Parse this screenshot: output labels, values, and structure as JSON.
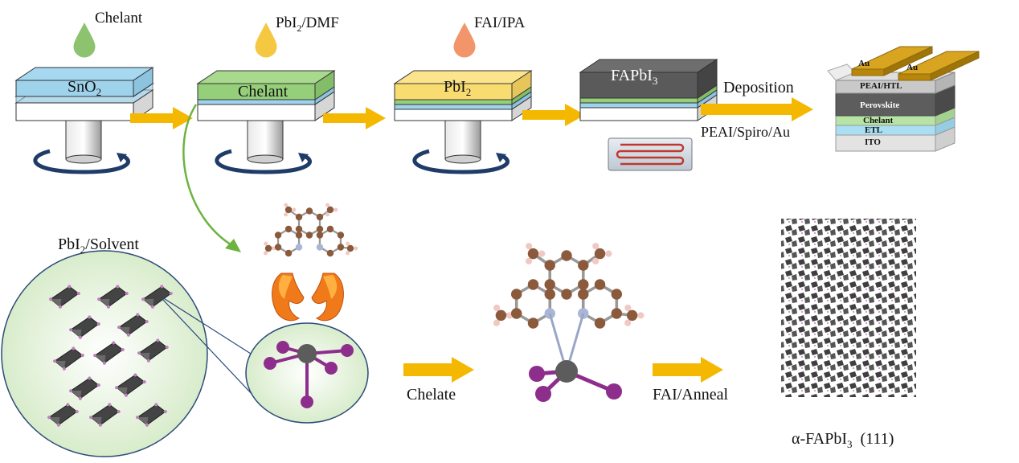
{
  "top_row": {
    "steps": [
      {
        "drop_label": "Chelant",
        "drop_color": "#8dc26f",
        "layer_label": "SnO",
        "layer_sub": "2",
        "top_color": "#9fd3ec"
      },
      {
        "drop_label": "PbI",
        "drop_label_sub": "2",
        "drop_label_after": "/DMF",
        "drop_color": "#f5c842",
        "layer_label": "Chelant",
        "top_color": "#96cf7a"
      },
      {
        "drop_label": "FAI/IPA",
        "drop_color": "#f2956a",
        "layer_label": "PbI",
        "layer_sub": "2",
        "top_color": "#f9dc70"
      }
    ],
    "annealed_film": {
      "label": "FAPbI",
      "label_sub": "3",
      "top_color": "#5a5a5a"
    },
    "deposition_label": "Deposition",
    "deposition_sublabel": "PEAI/Spiro/Au",
    "device_layers": [
      "PEAI/HTL",
      "Perovskite",
      "Chelant",
      "ETL",
      "ITO"
    ],
    "electrode_labels": [
      "Au",
      "Au"
    ]
  },
  "bottom_row": {
    "solution_label": "PbI",
    "solution_label_sub": "2",
    "solution_label_after": "/Solvent",
    "chelate_label": "Chelate",
    "anneal_label": "FAI/Anneal",
    "product_label": "α-FAPbI",
    "product_label_sub": "3",
    "product_label_after": "  (111)"
  },
  "colors": {
    "arrow": "#f5b800",
    "rotation": "#1f3c68",
    "green_arrow": "#6cb33f",
    "carbon": "#8b5a3c",
    "nitrogen": "#aab6d6",
    "hydrogen": "#f0c9c4",
    "lead": "#5c5c5c",
    "iodine": "#8d2e8c",
    "crystal": "#4a4a4a"
  }
}
